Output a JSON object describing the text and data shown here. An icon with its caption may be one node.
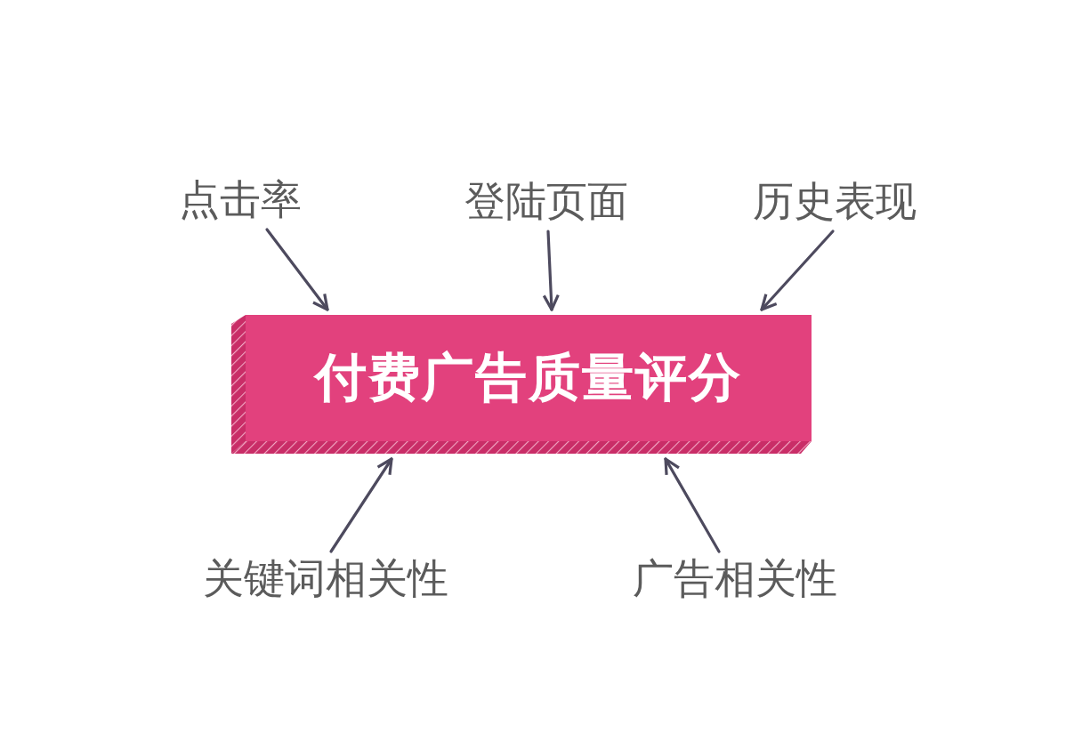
{
  "diagram": {
    "nodes": [
      {
        "text": [
          "点击率"
        ]
      },
      {
        "text": [
          "登陆页面"
        ]
      },
      {
        "text": [
          "历史表现"
        ]
      },
      {
        "text": [
          "付费广告质量评分"
        ]
      },
      {
        "text": [
          "关键词相关性"
        ]
      },
      {
        "text": [
          "广告相关性"
        ]
      }
    ],
    "edges": [
      {
        "from": 0,
        "to": 3,
        "arrow": "to"
      },
      {
        "from": 1,
        "to": 3,
        "arrow": "to"
      },
      {
        "from": 2,
        "to": 3,
        "arrow": "to"
      },
      {
        "from": 4,
        "to": 3,
        "arrow": "to"
      },
      {
        "from": 5,
        "to": 3,
        "arrow": "to"
      }
    ]
  }
}
